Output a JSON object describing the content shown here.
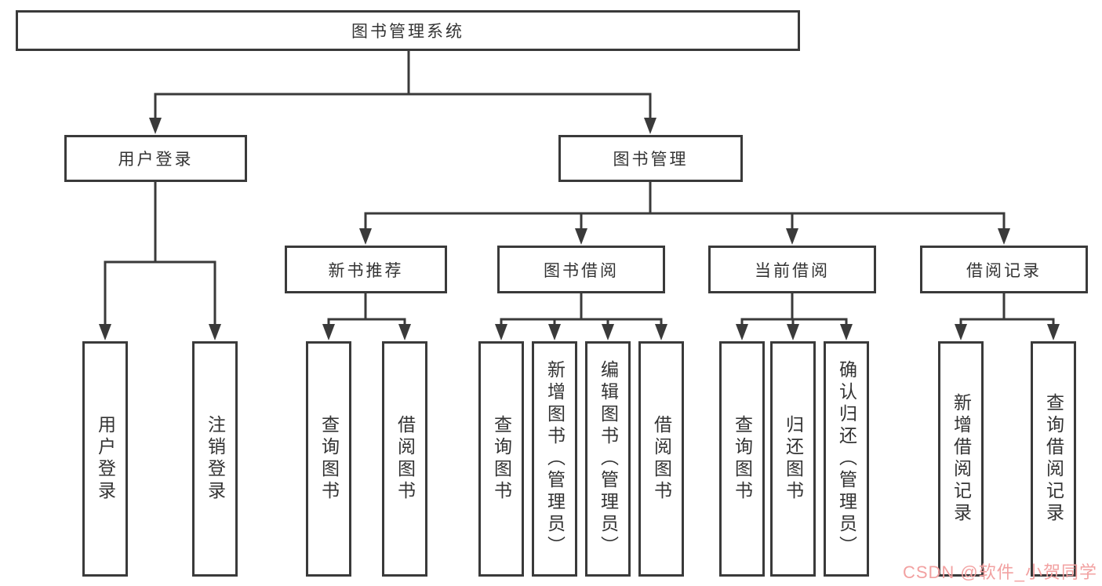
{
  "colors": {
    "line": "#3a3a3a",
    "box_border": "#3a3a3a",
    "text": "#333333",
    "watermark": "#f2a1a1",
    "background": "#ffffff"
  },
  "tree": {
    "root": "图书管理系统",
    "branches": [
      {
        "label": "用户登录",
        "leaves": [
          "用户登录",
          "注销登录"
        ]
      },
      {
        "label": "图书管理",
        "groups": [
          {
            "label": "新书推荐",
            "leaves": [
              "查询图书",
              "借阅图书"
            ]
          },
          {
            "label": "图书借阅",
            "leaves": [
              "查询图书",
              "新增图书（管理员）",
              "编辑图书（管理员）",
              "借阅图书"
            ]
          },
          {
            "label": "当前借阅",
            "leaves": [
              "查询图书",
              "归还图书",
              "确认归还（管理员）"
            ]
          },
          {
            "label": "借阅记录",
            "leaves": [
              "新增借阅记录",
              "查询借阅记录"
            ]
          }
        ]
      }
    ]
  },
  "watermark": {
    "text": "CSDN @软件_小贺同学"
  }
}
